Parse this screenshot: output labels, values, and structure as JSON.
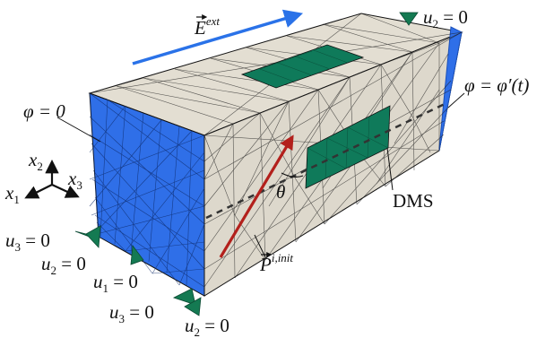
{
  "colors": {
    "face_fixed": "#2f6fe8",
    "face_body": "#ddd8cc",
    "face_top": "#e3ded2",
    "dms": "#0f7a5a",
    "mesh": "#1b1b1b",
    "field_arrow": "#2a72e8",
    "polarization_arrow": "#b3201c",
    "support": "#147a52"
  },
  "labels": {
    "e_field": {
      "base": "E",
      "sup": "ext"
    },
    "polarization": {
      "base": "P",
      "sup": "i,init"
    },
    "theta": "θ",
    "dms": "DMS",
    "phi_zero": "φ = 0",
    "phi_t": "φ = φ′(t)",
    "u2_top": {
      "var": "u",
      "sub": "2",
      "rest": " = 0"
    },
    "u3_left": {
      "var": "u",
      "sub": "3",
      "rest": " = 0"
    },
    "u2_left": {
      "var": "u",
      "sub": "2",
      "rest": " = 0"
    },
    "u1_bottom": {
      "var": "u",
      "sub": "1",
      "rest": " = 0"
    },
    "u3_bottom": {
      "var": "u",
      "sub": "3",
      "rest": " = 0"
    },
    "u2_bottom": {
      "var": "u",
      "sub": "2",
      "rest": " = 0"
    }
  },
  "axes": {
    "x1": {
      "var": "x",
      "sub": "1"
    },
    "x2": {
      "var": "x",
      "sub": "2"
    },
    "x3": {
      "var": "x",
      "sub": "3"
    }
  },
  "icons": [
    "support-triangle-icon",
    "field-arrow-icon",
    "polarization-arrow-icon",
    "axis-triad-icon"
  ]
}
